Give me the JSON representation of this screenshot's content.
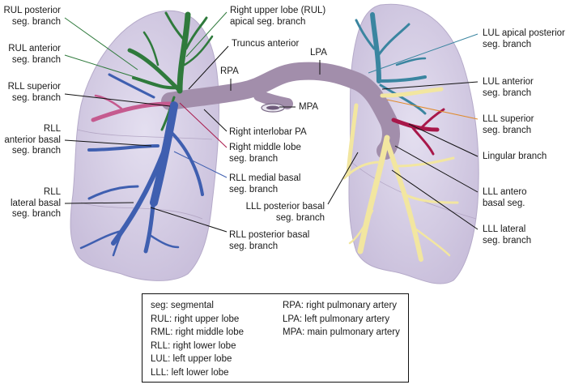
{
  "colors": {
    "lung_fill": "#d9d3e6",
    "lung_edge": "#b5aac9",
    "artery": "#a28eab",
    "rul_green": "#2f7a3c",
    "rll_blue": "#3f5fb0",
    "rml_pink": "#c55a8f",
    "lul_teal": "#3a85a0",
    "lll_yellow": "#f2e6a0",
    "lingula_crimson": "#a8184a"
  },
  "labels": {
    "rul_posterior": [
      "RUL posterior",
      "seg. branch"
    ],
    "rul_anterior": [
      "RUL anterior",
      "seg. branch"
    ],
    "rll_superior": [
      "RLL superior",
      "seg. branch"
    ],
    "rll_anterior_basal": [
      "RLL",
      "anterior basal",
      "seg. branch"
    ],
    "rll_lateral_basal": [
      "RLL",
      "lateral basal",
      "seg. branch"
    ],
    "rul_apical": [
      "Right upper lobe (RUL)",
      "apical seg. branch"
    ],
    "truncus_anterior": [
      "Truncus anterior"
    ],
    "rpa": [
      "RPA"
    ],
    "lpa": [
      "LPA"
    ],
    "mpa": [
      "MPA"
    ],
    "right_interlobar": [
      "Right interlobar PA"
    ],
    "right_middle_lobe": [
      "Right middle lobe",
      "seg. branch"
    ],
    "rll_medial_basal": [
      "RLL medial basal",
      "seg. branch"
    ],
    "rll_posterior_basal": [
      "RLL posterior basal",
      "seg. branch"
    ],
    "lll_posterior_basal": [
      "LLL posterior basal",
      "seg. branch"
    ],
    "lul_apical_posterior": [
      "LUL apical posterior",
      "seg. branch"
    ],
    "lul_anterior": [
      "LUL anterior",
      "seg. branch"
    ],
    "lll_superior": [
      "LLL superior",
      "seg. branch"
    ],
    "lingular": [
      "Lingular branch"
    ],
    "lll_antero_basal": [
      "LLL antero",
      "basal seg."
    ],
    "lll_lateral": [
      "LLL lateral",
      "seg. branch"
    ]
  },
  "legend": {
    "left": [
      "seg: segmental",
      "RUL: right upper lobe",
      "RML: right middle lobe",
      "RLL: right lower lobe",
      "LUL: left upper lobe",
      "LLL: left lower lobe"
    ],
    "right": [
      "RPA: right pulmonary artery",
      "LPA: left pulmonary artery",
      "MPA: main pulmonary artery"
    ]
  }
}
